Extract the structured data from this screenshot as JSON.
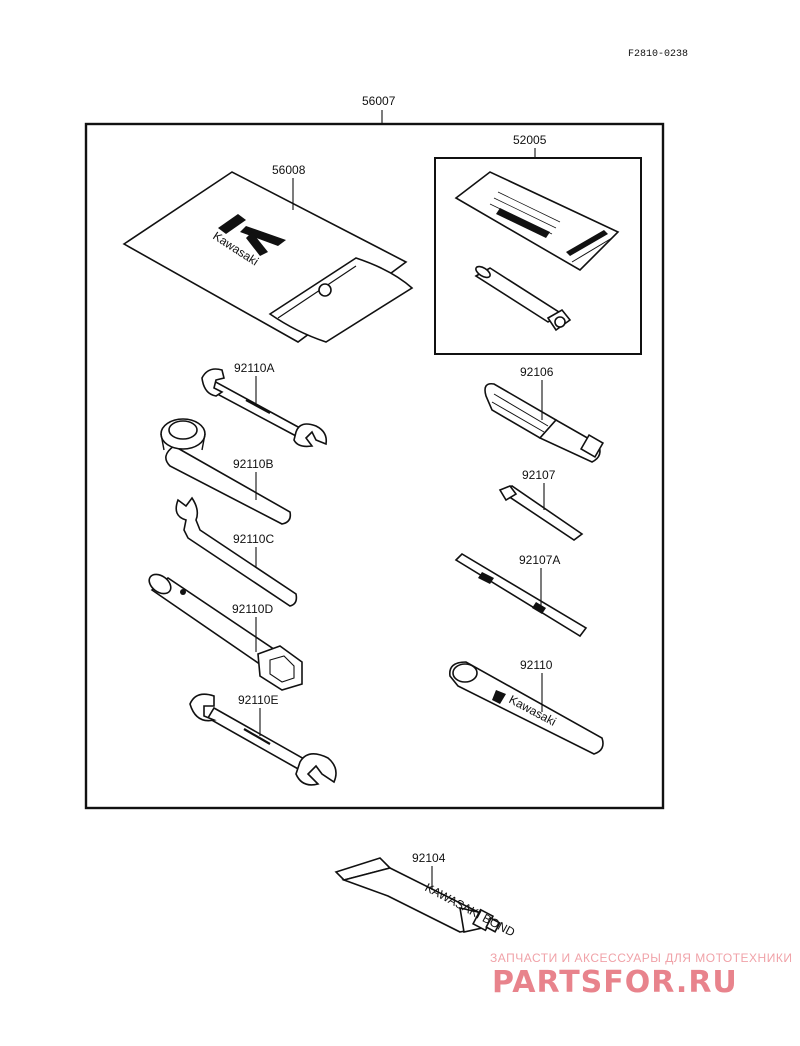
{
  "diagram": {
    "code": "F2810-0238",
    "main_kit": "56007",
    "parts": {
      "pouch": "56008",
      "manual_kit": "52005",
      "wrench_a": "92110A",
      "wrench_b": "92110B",
      "wrench_c": "92110C",
      "wrench_d": "92110D",
      "wrench_e": "92110E",
      "handle": "92106",
      "bit": "92107",
      "bit_a": "92107A",
      "ring_wrench": "92110",
      "grease_tube": "92104"
    },
    "logo_text": "Kawasaki",
    "tube_text": "KAWASAKI BOND"
  },
  "watermark": {
    "caption": "ЗАПЧАСТИ И АКСЕССУАРЫ ДЛЯ МОТОТЕХНИКИ",
    "brand": "PARTSFOR.RU"
  }
}
